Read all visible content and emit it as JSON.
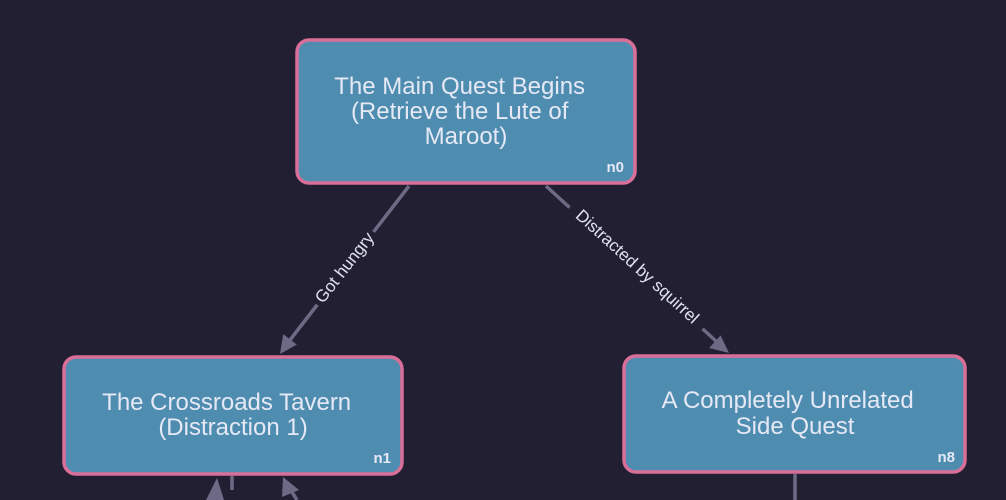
{
  "diagram": {
    "nodes": [
      {
        "id": "n0",
        "lines": [
          "The Main Quest Begins",
          "(Retrieve the Lute of",
          "Maroot)"
        ]
      },
      {
        "id": "n1",
        "lines": [
          "The Crossroads Tavern",
          "(Distraction 1)"
        ]
      },
      {
        "id": "n8",
        "lines": [
          "A Completely Unrelated",
          "Side Quest"
        ]
      }
    ],
    "edges": [
      {
        "from": "n0",
        "to": "n1",
        "label": "Got hungry"
      },
      {
        "from": "n0",
        "to": "n8",
        "label": "Distracted by squirrel"
      }
    ],
    "colors": {
      "background": "#221f33",
      "node_fill": "#4e8db0",
      "node_border": "#d96f98",
      "edge": "#6e6a85",
      "text": "#e6e9f5"
    }
  }
}
